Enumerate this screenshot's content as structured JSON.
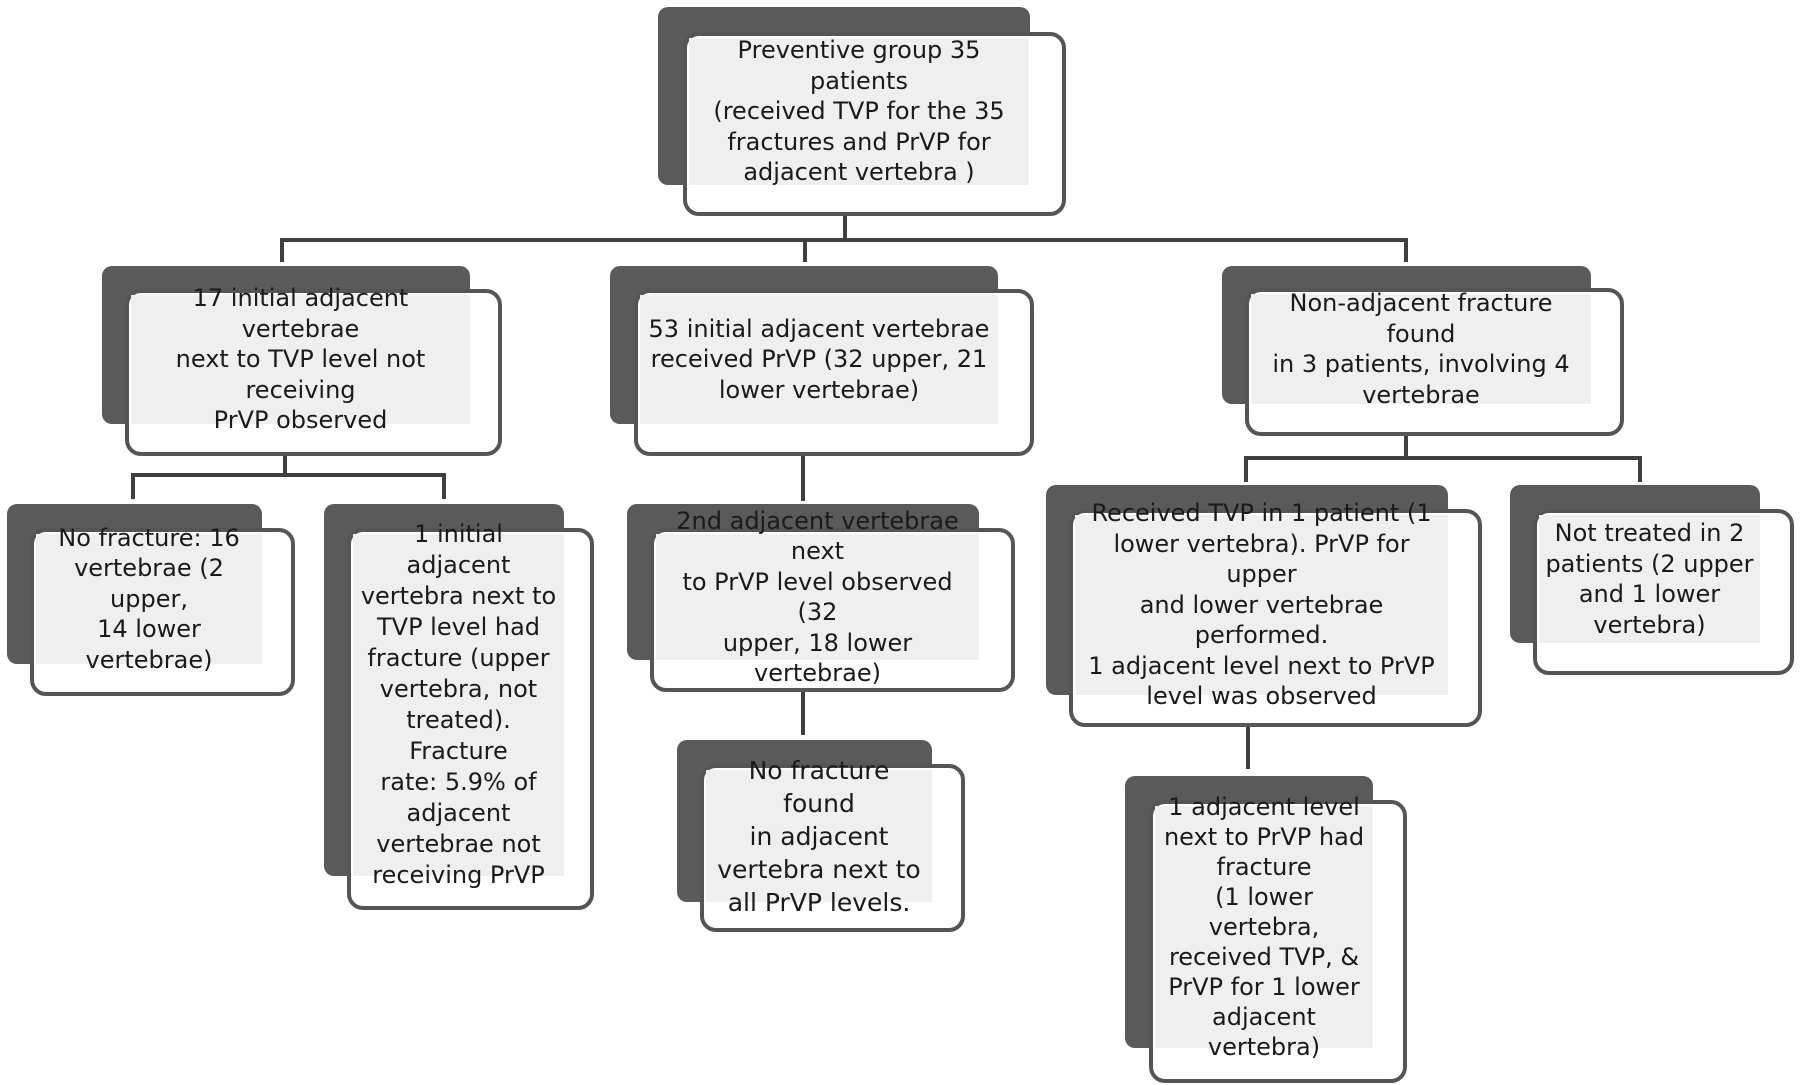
{
  "diagram": {
    "nodes": {
      "root": {
        "lines": [
          "Preventive group 35 patients",
          "(received TVP for the 35",
          "fractures and PrVP for",
          "adjacent vertebra )"
        ]
      },
      "left": {
        "lines": [
          "17 initial adjacent vertebrae",
          "next to TVP level not receiving",
          "PrVP observed"
        ]
      },
      "middle": {
        "lines": [
          "53 initial adjacent vertebrae",
          "received PrVP (32 upper, 21",
          "lower vertebrae)"
        ]
      },
      "right": {
        "lines": [
          "Non-adjacent fracture found",
          "in 3 patients, involving 4",
          "vertebrae"
        ]
      },
      "left_a": {
        "lines": [
          "No fracture: 16",
          "vertebrae (2 upper,",
          "14 lower vertebrae)"
        ]
      },
      "left_b": {
        "lines": [
          "1 initial adjacent",
          "vertebra next to",
          "TVP level had",
          "fracture (upper",
          "vertebra, not",
          "treated). Fracture",
          "rate: 5.9% of",
          "adjacent",
          "vertebrae not",
          "receiving PrVP"
        ]
      },
      "middle_a": {
        "lines": [
          "2nd adjacent vertebrae next",
          "to PrVP level observed (32",
          "upper, 18 lower vertebrae)"
        ]
      },
      "middle_b": {
        "lines": [
          "No fracture found",
          "in adjacent",
          "vertebra next to",
          "all PrVP levels."
        ]
      },
      "right_a": {
        "lines": [
          "Received TVP in 1 patient (1",
          "lower vertebra). PrVP for upper",
          "and lower vertebrae performed.",
          "1 adjacent level next to PrVP",
          "level was observed"
        ]
      },
      "right_b": {
        "lines": [
          "Not treated in 2",
          "patients (2 upper",
          "and 1 lower",
          "vertebra)"
        ]
      },
      "right_a_child": {
        "lines": [
          "1 adjacent level",
          "next to PrVP had",
          "fracture"
        ],
        "lines_2": [
          "(1 lower vertebra,",
          "received TVP, &",
          "PrVP for 1 lower",
          "adjacent vertebra)"
        ]
      }
    },
    "colors": {
      "shadow": "#5a5a5a",
      "border": "#555555",
      "fill": "#efefef",
      "connector": "#3f3f3f",
      "text": "#1a1a1a"
    }
  }
}
